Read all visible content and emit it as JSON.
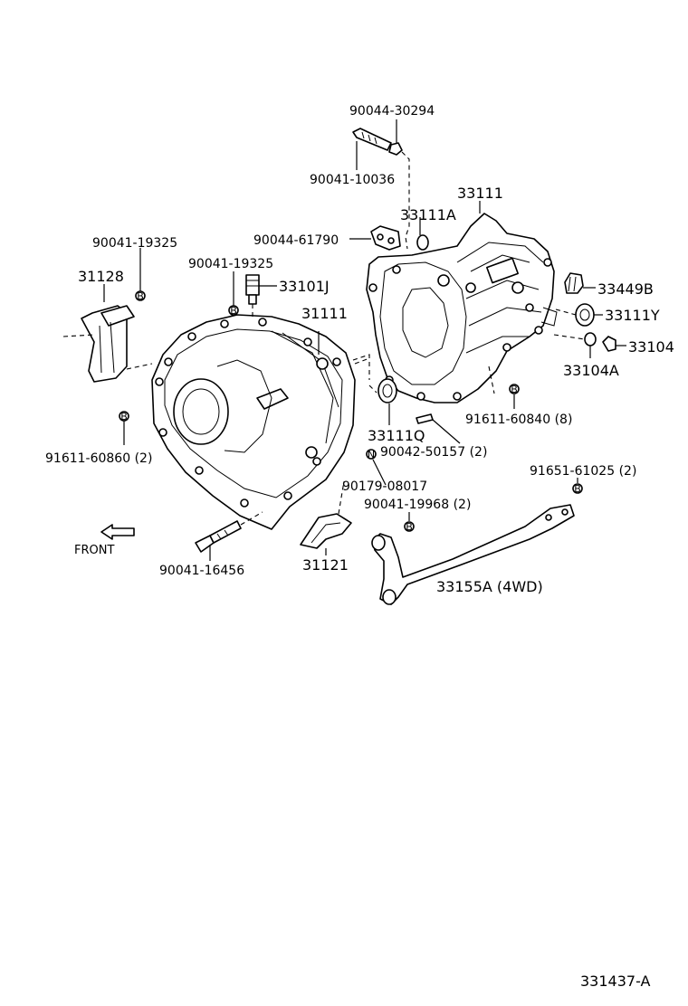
{
  "labels": {
    "p90044_30294": "90044-30294",
    "p90041_10036": "90041-10036",
    "p33111": "33111",
    "p33111A": "33111A",
    "p90044_61790": "90044-61790",
    "p90041_19325_a": "90041-19325",
    "p90041_19325_b": "90041-19325",
    "p31128": "31128",
    "p33101J": "33101J",
    "p31111": "31111",
    "p33449B": "33449B",
    "p33111Y": "33111Y",
    "p33104": "33104",
    "p33104A": "33104A",
    "p91611_60840": "91611-60840 (8)",
    "p33111Q": "33111Q",
    "p90042_50157": "90042-50157 (2)",
    "p91611_60860": "91611-60860 (2)",
    "p91651_61025": "91651-61025 (2)",
    "p90179_08017": "90179-08017",
    "p90041_19968": "90041-19968 (2)",
    "front": "FRONT",
    "p90041_16456": "90041-16456",
    "p31121": "31121",
    "p33155A": "33155A (4WD)",
    "figure_code": "331437-A"
  },
  "markers": {
    "b": "B",
    "n": "N"
  }
}
